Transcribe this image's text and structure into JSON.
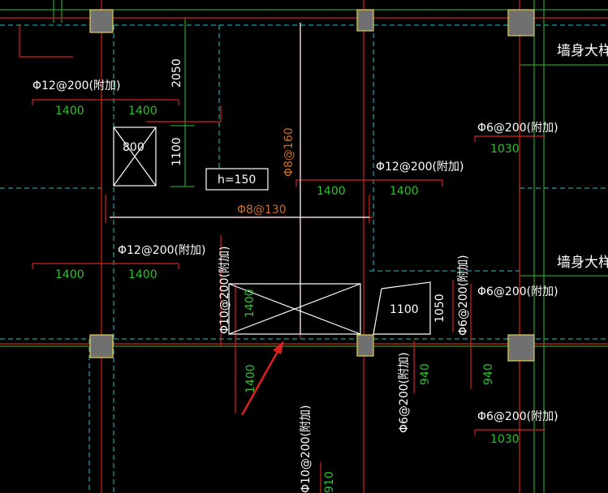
{
  "drawing": {
    "wall_label": "墙身大样",
    "rebar_labels": {
      "top_left": "Φ12@200(附加)",
      "middle_right": "Φ12@200(附加)",
      "lower_left": "Φ12@200(附加)",
      "right_top": "Φ6@200(附加)",
      "right_mid": "Φ6@200(附加)",
      "right_bottom": "Φ6@200(附加)",
      "vertical_left": "Φ10@200(附加)",
      "vertical_mid": "Φ6@200(附加)",
      "vertical_bottom": "Φ10@200(附加)",
      "vertical_right": "Φ6@200(附加)",
      "orange_vertical": "Φ8@160",
      "orange_horizontal": "Φ8@130"
    },
    "dimensions": {
      "d2050": "2050",
      "d1100_vert": "1100",
      "d800": "800",
      "d1050": "1050",
      "d1100_box": "1100",
      "h150": "h=150",
      "tl_1400_a": "1400",
      "tl_1400_b": "1400",
      "mr_1400_a": "1400",
      "mr_1400_b": "1400",
      "ll_1400_a": "1400",
      "ll_1400_b": "1400",
      "box_1400": "1400",
      "below_1400": "1400",
      "r_1030_top": "1030",
      "r_1030_bottom": "1030",
      "r_940_a": "940",
      "r_940_b": "940",
      "bottom_910": "910"
    },
    "colors": {
      "background": "#000000",
      "red_line": "#d82020",
      "green_line": "#30c030",
      "cyan_dash": "#20c8c8",
      "white_line": "#ffffff",
      "yellow_column": "#e0d050",
      "arrow": "#e02020"
    }
  }
}
